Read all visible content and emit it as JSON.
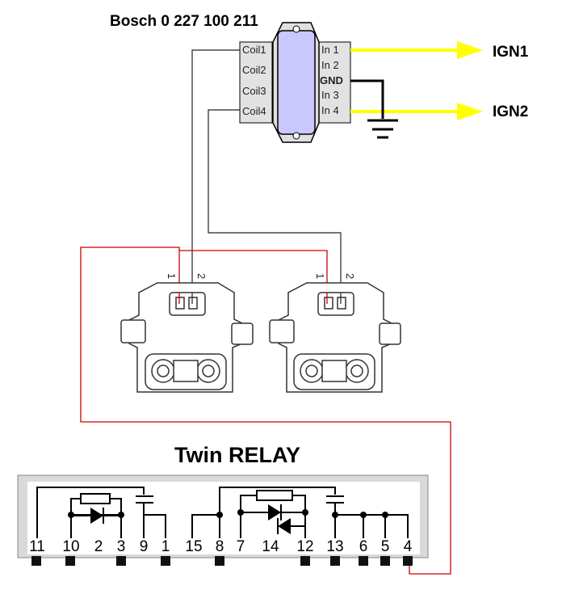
{
  "title": "Bosch 0 227 100 211",
  "module": {
    "left_pins": [
      "Coil1",
      "Coil2",
      "Coil3",
      "Coil4"
    ],
    "right_pins": [
      "In 1",
      "In 2",
      "GND",
      "In 3",
      "In 4"
    ]
  },
  "outputs": {
    "ign1": "IGN1",
    "ign2": "IGN2"
  },
  "coil_pin_labels": {
    "p1": "1",
    "p2": "2"
  },
  "relay": {
    "title": "Twin RELAY",
    "pins": [
      "11",
      "10",
      "2",
      "3",
      "9",
      "1",
      "15",
      "8",
      "7",
      "14",
      "12",
      "13",
      "6",
      "5",
      "4"
    ]
  },
  "colors": {
    "signal_wire": "#ffff00",
    "coil_wire": "#000000",
    "power_wire": "#cc0000",
    "module_body": "#c8c8ff",
    "relay_case": "#d9d9d9"
  }
}
